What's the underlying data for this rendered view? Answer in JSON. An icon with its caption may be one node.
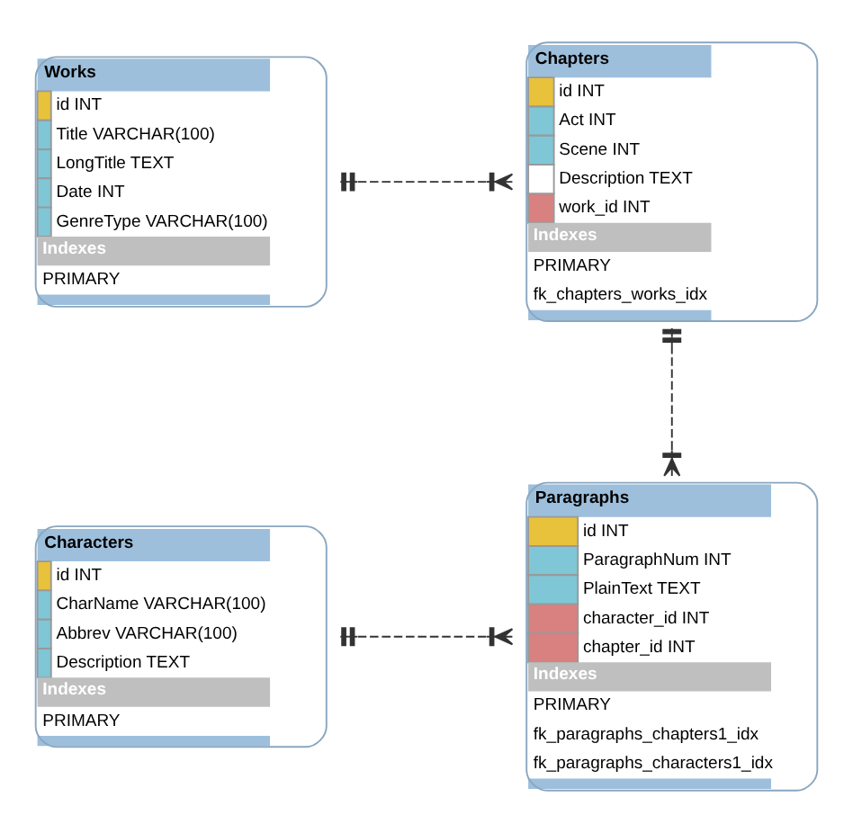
{
  "diagram": {
    "nodes": [
      {
        "text": [
          "Works",
          "id INT",
          "Title VARCHAR(100)",
          "LongTitle TEXT",
          "Date INT",
          "GenreType VARCHAR(100)",
          "Indexes",
          "PRIMARY"
        ]
      },
      {
        "text": [
          "Chapters",
          "id INT",
          "Act INT",
          "Scene INT",
          "Description TEXT",
          "work_id INT",
          "Indexes",
          "PRIMARY",
          "fk_chapters_works_idx"
        ]
      },
      {
        "text": [
          "Characters",
          "id INT",
          "CharName VARCHAR(100)",
          "Abbrev VARCHAR(100)",
          "Description TEXT",
          "Indexes",
          "PRIMARY"
        ]
      },
      {
        "text": [
          "Paragraphs",
          "id INT",
          "ParagraphNum INT",
          "PlainText TEXT",
          "character_id INT",
          "chapter_id INT",
          "Indexes",
          "PRIMARY",
          "fk_paragraphs_chapters1_idx",
          "fk_paragraphs_characters1_idx"
        ]
      }
    ],
    "edges": [
      {
        "from": 0,
        "to": 1,
        "arrow": "other",
        "style": "dashed"
      },
      {
        "from": 1,
        "to": 3,
        "arrow": "other",
        "style": "dashed"
      },
      {
        "from": 2,
        "to": 3,
        "arrow": "other",
        "style": "dashed"
      }
    ]
  }
}
